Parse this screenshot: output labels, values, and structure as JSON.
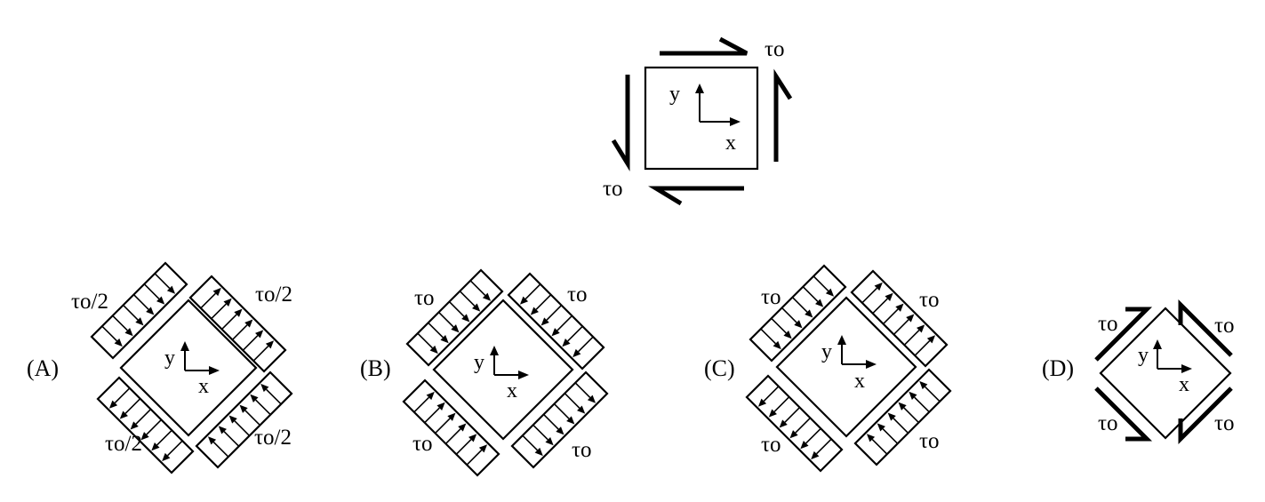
{
  "reference": {
    "axis_x": "x",
    "axis_y": "y",
    "tau_top_right": "τo",
    "tau_bottom_left": "τo"
  },
  "options": [
    {
      "label": "(A)",
      "axis_x": "x",
      "axis_y": "y",
      "tau_upper_left": "τo/2",
      "tau_upper_right": "τo/2",
      "tau_lower_left": "τo/2",
      "tau_lower_right": "τo/2"
    },
    {
      "label": "(B)",
      "axis_x": "x",
      "axis_y": "y",
      "tau_upper_left": "τo",
      "tau_upper_right": "τo",
      "tau_lower_left": "τo",
      "tau_lower_right": "τo"
    },
    {
      "label": "(C)",
      "axis_x": "x",
      "axis_y": "y",
      "tau_upper_left": "τo",
      "tau_upper_right": "τo",
      "tau_lower_left": "τo",
      "tau_lower_right": "τo"
    },
    {
      "label": "(D)",
      "axis_x": "x",
      "axis_y": "y",
      "tau_upper_left": "τo",
      "tau_upper_right": "τo",
      "tau_lower_left": "τo",
      "tau_lower_right": "τo"
    }
  ],
  "colors": {
    "ink": "#000000",
    "background": "#ffffff"
  }
}
